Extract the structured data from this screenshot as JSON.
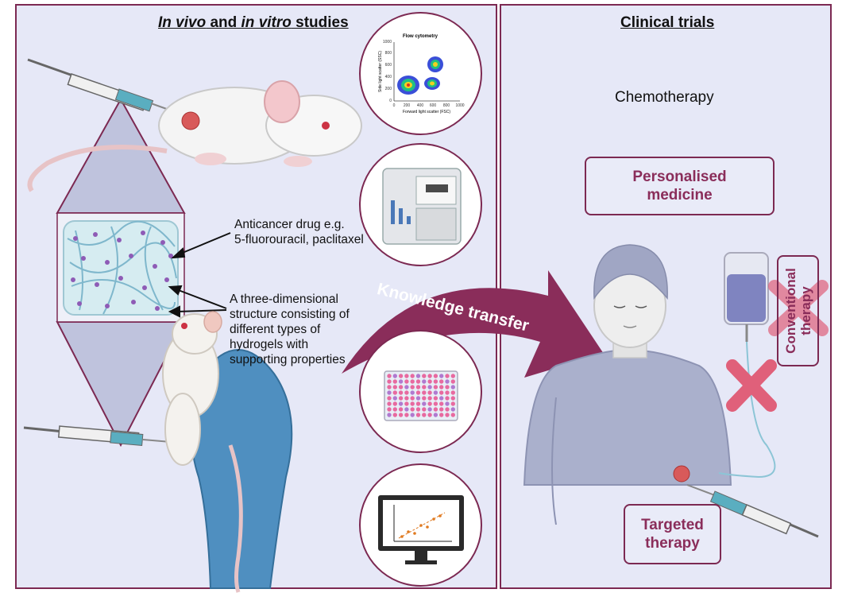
{
  "left_panel": {
    "title_part1": "In vivo",
    "title_and": " and ",
    "title_part2": "in vitro",
    "title_suffix": " studies"
  },
  "right_panel": {
    "title": "Clinical trials",
    "chemotherapy": "Chemotherapy",
    "personalised_line1": "Personalised",
    "personalised_line2": "medicine",
    "targeted_line1": "Targeted",
    "targeted_line2": "therapy",
    "conventional_line1": "Conventional",
    "conventional_line2": "therapy"
  },
  "labels": {
    "drug_line1": "Anticancer drug e.g.",
    "drug_line2": "5-fluorouracil, paclitaxel",
    "structure_line1": "A three-dimensional",
    "structure_line2": "structure consisting of",
    "structure_line3": "different types of",
    "structure_line4": "hydrogels with",
    "structure_line5": "supporting properties"
  },
  "arrow_text": "Knowledge transfer",
  "flow_cytometry": {
    "title": "Flow cytometry",
    "xlabel": "Forward light scatter (FSC)",
    "ylabel": "Side light scatter (SSC)",
    "x_ticks": [
      "0",
      "200",
      "400",
      "600",
      "800",
      "1000"
    ],
    "y_ticks": [
      "0",
      "200",
      "400",
      "600",
      "800",
      "1000"
    ]
  },
  "colors": {
    "border": "#7c2952",
    "panel_bg": "#e6e8f7",
    "accent": "#8a2d5a",
    "cross": "#e0607a",
    "glove": "#4f8fc0"
  }
}
